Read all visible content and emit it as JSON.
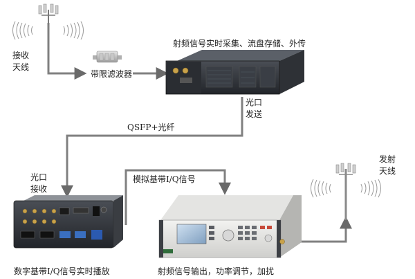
{
  "labels": {
    "rx_antenna": [
      "接收",
      "天线"
    ],
    "bandpass_filter": "带限滤波器",
    "recorder_title": "射频信号实时采集、流盘存储、外传",
    "optical_send": [
      "光口",
      "发送"
    ],
    "qsfp_link": "QSFP+光纤",
    "optical_recv": [
      "光口",
      "接收"
    ],
    "analog_iq": "模拟基带I/Q信号",
    "tx_antenna": [
      "发射",
      "天线"
    ],
    "playback_caption": "数字基带I/Q信号实时播放",
    "generator_caption": "射频信号输出，功率调节，加扰"
  },
  "colors": {
    "line": "#808080",
    "arrow": "#6a6a6a",
    "wave": "#9a9a9a"
  }
}
